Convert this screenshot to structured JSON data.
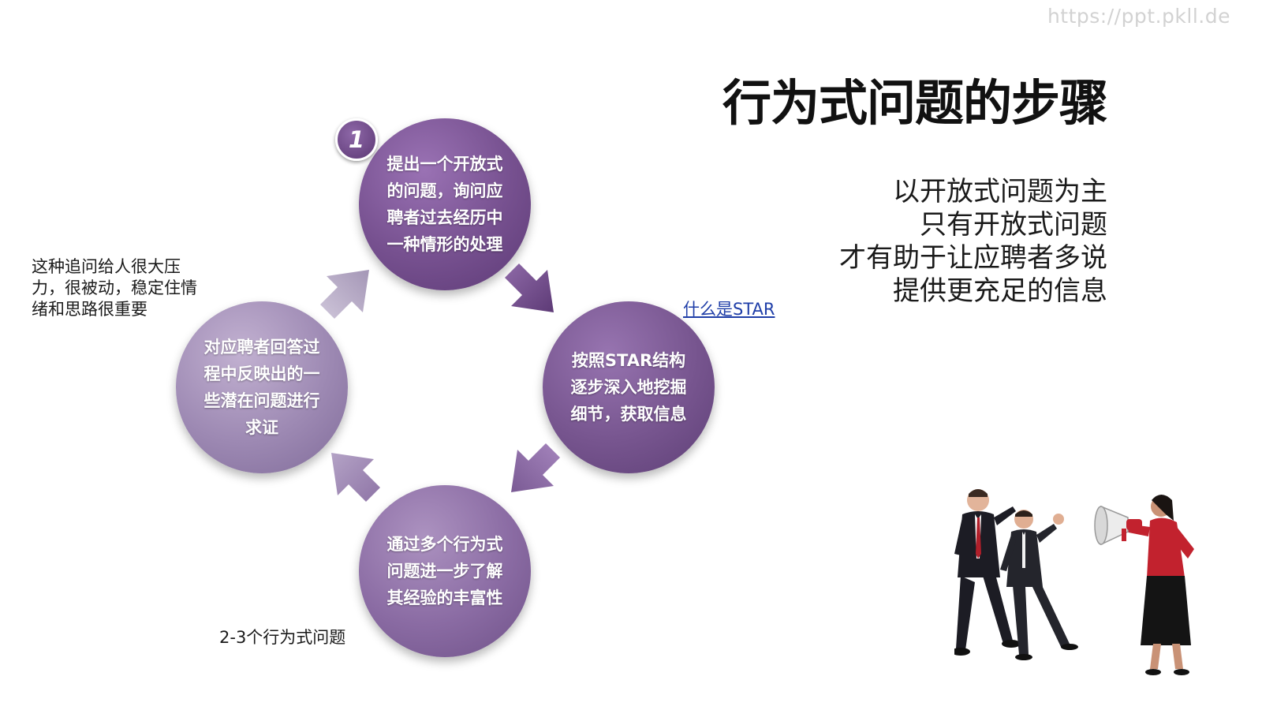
{
  "watermark": "https://ppt.pkll.de",
  "title": "行为式问题的步骤",
  "points": [
    "以开放式问题为主",
    "只有开放式问题",
    "才有助于让应聘者多说",
    "提供更充足的信息"
  ],
  "steps": {
    "badge": "1",
    "step1": "提出一个开放式的问题，询问应聘者过去经历中一种情形的处理",
    "step2": "按照STAR结构逐步深入地挖掘细节，获取信息",
    "step3": "通过多个行为式问题进一步了解其经验的丰富性",
    "step4": "对应聘者回答过程中反映出的一些潜在问题进行求证"
  },
  "notes": {
    "left": "这种追问给人很大压力，很被动，稳定住情绪和思路很重要",
    "bottom": "2-3个行为式问题",
    "link": "什么是STAR"
  },
  "colors": {
    "purple_dark": "#6a4383",
    "purple_light": "#b0a2c4",
    "link": "#1f3ea8"
  }
}
